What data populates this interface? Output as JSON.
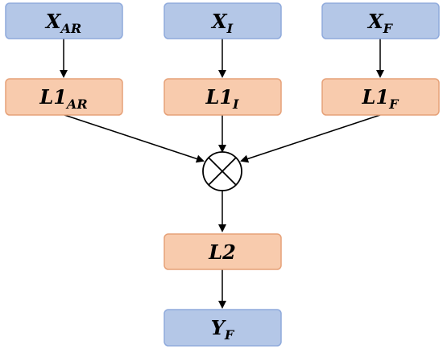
{
  "nodes": {
    "x_ar": {
      "main": "X",
      "sub": "AR"
    },
    "x_i": {
      "main": "X",
      "sub": "I"
    },
    "x_f": {
      "main": "X",
      "sub": "F"
    },
    "l1_ar": {
      "main": "L1",
      "sub": "AR"
    },
    "l1_i": {
      "main": "L1",
      "sub": "I"
    },
    "l1_f": {
      "main": "L1",
      "sub": "F"
    },
    "l2": {
      "main": "L2",
      "sub": ""
    },
    "y_f": {
      "main": "Y",
      "sub": "F"
    }
  },
  "operator": {
    "symbol": "multiply",
    "shape": "circle-cross"
  },
  "colors": {
    "input_fill": "#b4c7e7",
    "input_stroke": "#8faadc",
    "layer_fill": "#f8cbad",
    "layer_stroke": "#e6a178",
    "arrow": "#000000"
  }
}
